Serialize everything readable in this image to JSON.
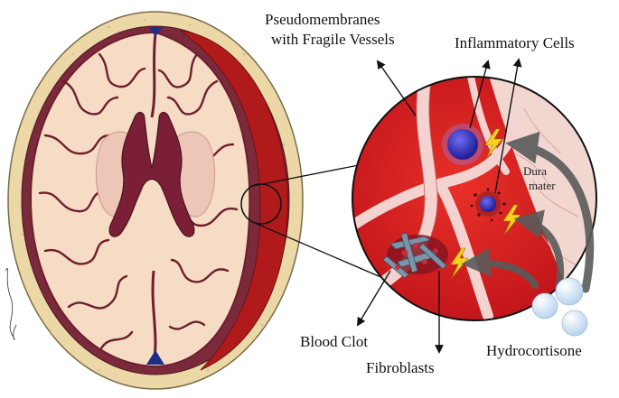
{
  "labels": {
    "pseudomembranes_line1": "Pseudomembranes",
    "pseudomembranes_line2": "with Fragile Vessels",
    "inflammatory_cells": "Inflammatory Cells",
    "dura_line1": "Dura",
    "dura_line2": "mater",
    "blood_clot": "Blood Clot",
    "fibroblasts": "Fibroblasts",
    "hydrocortisone": "Hydrocortisone"
  },
  "colors": {
    "skull": "#ecd7a6",
    "dura": "#7a2a3a",
    "hematoma": "#b11a1a",
    "brain": "#f6dcc4",
    "sulcus": "#6e1f2e",
    "inset_fill": "#d71f1f",
    "vessel": "#f3d2cf",
    "cell": "#3a37c9",
    "bolt": "#f6d21c",
    "drug": "#dbe9f6",
    "arrow": "#111111"
  }
}
